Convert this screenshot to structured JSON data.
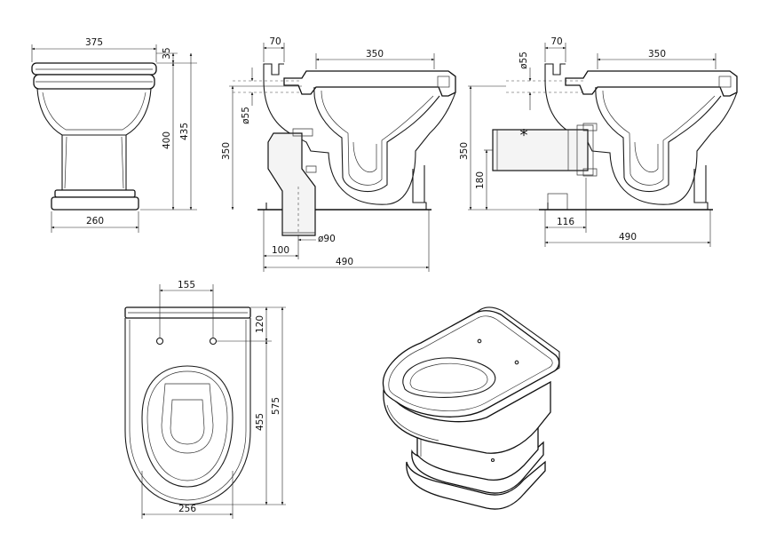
{
  "front_view": {
    "top_width": "375",
    "lid_height": "35",
    "body_height": "400",
    "total_height": "435",
    "base_width": "260"
  },
  "side_view_floor": {
    "outlet_width": "70",
    "bowl_width": "350",
    "inlet_diameter": "ø55",
    "outlet_height": "350",
    "pipe_offset": "100",
    "pipe_diameter": "ø90",
    "depth": "490"
  },
  "side_view_wall": {
    "outlet_width": "70",
    "bowl_width": "350",
    "inlet_diameter": "ø55",
    "outlet_height": "350",
    "pipe_height": "180",
    "pipe_offset": "116",
    "depth": "490",
    "note_marker": "*"
  },
  "top_view": {
    "hole_spacing": "155",
    "hole_offset": "120",
    "seat_length": "455",
    "total_length": "575",
    "width": "256"
  }
}
